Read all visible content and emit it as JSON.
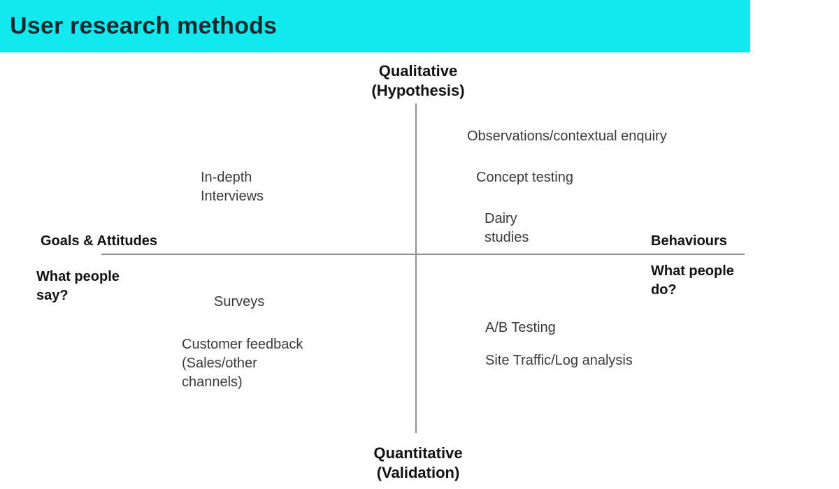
{
  "header": {
    "title": "User research methods",
    "bar_color": "#10e9ed",
    "title_color": "#15282e"
  },
  "axes": {
    "top_label": "Qualitative\n(Hypothesis)",
    "bottom_label": "Quantitative\n(Validation)",
    "left_title": "Goals & Attitudes",
    "left_subtitle": "What people\nsay?",
    "right_title": "Behaviours",
    "right_subtitle": "What people\ndo?",
    "line_color": "#8f8f8f"
  },
  "quadrants": {
    "top_left": {
      "items": [
        "In-depth\nInterviews"
      ]
    },
    "top_right": {
      "items": [
        "Observations/contextual enquiry",
        "Concept testing",
        "Dairy\nstudies"
      ]
    },
    "bottom_left": {
      "items": [
        "Surveys",
        "Customer feedback\n(Sales/other\nchannels)"
      ]
    },
    "bottom_right": {
      "items": [
        "A/B Testing",
        "Site Traffic/Log analysis"
      ]
    }
  }
}
